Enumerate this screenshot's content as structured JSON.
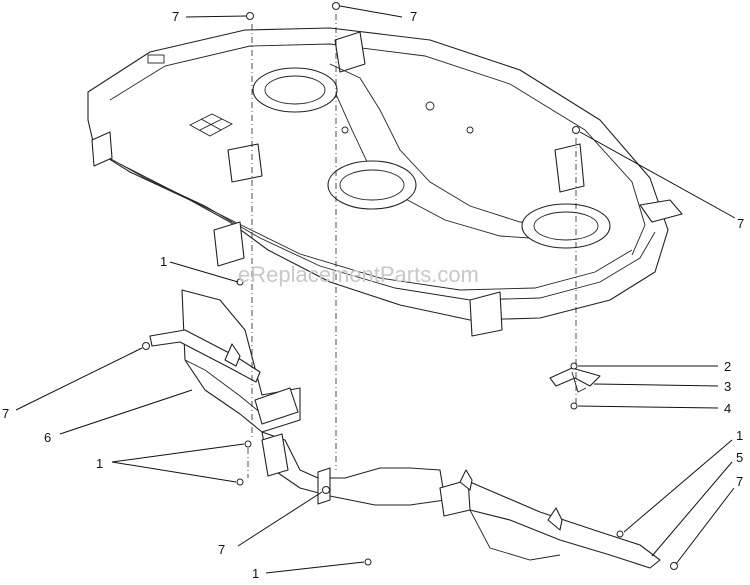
{
  "watermark": "eReplacementParts.com",
  "callouts": {
    "c_top_left_7": "7",
    "c_top_mid_7": "7",
    "c_right_upper_7": "7",
    "c_left_1": "1",
    "c_left_7": "7",
    "c_left_6": "6",
    "c_left_1b": "1",
    "c_right_2": "2",
    "c_right_3": "3",
    "c_right_4": "4",
    "c_right_1": "1",
    "c_right_5": "5",
    "c_right_7b": "7",
    "c_bottom_7": "7",
    "c_bottom_1": "1"
  }
}
